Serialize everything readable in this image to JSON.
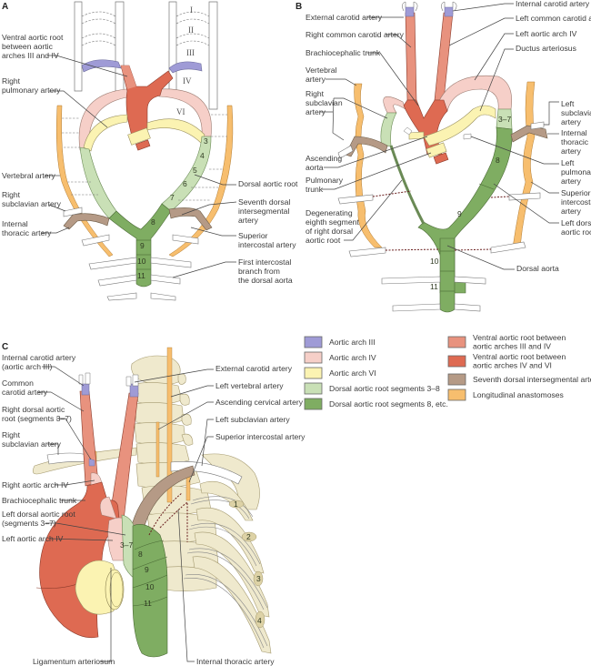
{
  "colors": {
    "aortic_arch_III": "#9f9bd6",
    "aortic_arch_IV": "#f6cfc8",
    "aortic_arch_VI": "#fbf3b2",
    "dorsal_root_3_8": "#c9e0b6",
    "dorsal_root_8_etc": "#7fad62",
    "ventral_root_III_IV": "#e8927e",
    "ventral_root_IV_VI": "#de6a52",
    "seventh_intersegmental": "#b59a86",
    "longitudinal_anastomoses": "#f7be6e",
    "bone": "#efe9cd",
    "vessel_white": "#ffffff"
  },
  "panels": {
    "A": {
      "letter": "A",
      "roman_labels": [
        "I",
        "II",
        "III",
        "IV",
        "VI"
      ],
      "segment_numbers": [
        "3",
        "4",
        "5",
        "6",
        "7",
        "8",
        "9",
        "10",
        "11"
      ],
      "labels": {
        "ventral_root": [
          "Ventral aortic root",
          "between aortic",
          "arches III and IV"
        ],
        "right_pulmonary": [
          "Right",
          "pulmonary artery"
        ],
        "vertebral": [
          "Vertebral artery"
        ],
        "right_subclavian": [
          "Right",
          "subclavian artery"
        ],
        "internal_thoracic": [
          "Internal",
          "thoracic artery"
        ],
        "dorsal_aortic_root": [
          "Dorsal aortic root"
        ],
        "seventh_dorsal": [
          "Seventh dorsal",
          "intersegmental",
          "artery"
        ],
        "superior_intercostal": [
          "Superior",
          "intercostal artery"
        ],
        "first_intercostal": [
          "First intercostal",
          "branch from",
          "the dorsal aorta"
        ]
      }
    },
    "B": {
      "letter": "B",
      "segment_numbers": [
        "3–7",
        "8",
        "9",
        "10",
        "11"
      ],
      "labels": {
        "internal_carotid": [
          "Internal carotid artery"
        ],
        "external_carotid": [
          "External carotid artery"
        ],
        "left_common_carotid": [
          "Left common carotid artery"
        ],
        "right_common_carotid": [
          "Right common carotid artery"
        ],
        "left_aortic_arch_iv": [
          "Left aortic arch IV"
        ],
        "brachiocephalic": [
          "Brachiocephalic trunk"
        ],
        "ductus": [
          "Ductus arteriosus"
        ],
        "vertebral": [
          "Vertebral",
          "artery"
        ],
        "right_subclavian": [
          "Right",
          "subclavian",
          "artery"
        ],
        "left_subclavian": [
          "Left",
          "subclavian",
          "artery"
        ],
        "internal_thoracic": [
          "Internal",
          "thoracic",
          "artery"
        ],
        "ascending_aorta": [
          "Ascending",
          "aorta"
        ],
        "pulmonary_trunk": [
          "Pulmonary",
          "trunk"
        ],
        "left_pulmonary": [
          "Left",
          "pulmonary",
          "artery"
        ],
        "superior_intercostal": [
          "Superior",
          "intercostal",
          "artery"
        ],
        "degenerating": [
          "Degenerating",
          "eighth segment",
          "of right dorsal",
          "aortic root"
        ],
        "left_dorsal_root": [
          "Left dorsal",
          "aortic root"
        ],
        "dorsal_aorta": [
          "Dorsal aorta"
        ]
      }
    },
    "C": {
      "letter": "C",
      "segment_numbers": [
        "3–7",
        "8",
        "9",
        "10",
        "11"
      ],
      "rib_numbers": [
        "1",
        "2",
        "3",
        "4"
      ],
      "labels": {
        "internal_carotid": [
          "Internal carotid artery",
          "(aortic arch III)"
        ],
        "common_carotid": [
          "Common",
          "carotid artery"
        ],
        "right_dorsal_root": [
          "Right dorsal aortic",
          "root (segments 3–7)"
        ],
        "right_subclavian": [
          "Right",
          "subclavian artery"
        ],
        "right_aortic_arch_iv": [
          "Right aortic arch IV"
        ],
        "brachiocephalic": [
          "Brachiocephalic trunk"
        ],
        "left_dorsal_root": [
          "Left dorsal aortic root",
          "(segments 3–7)"
        ],
        "left_aortic_arch_iv": [
          "Left aortic arch IV"
        ],
        "ligamentum": [
          "Ligamentum arteriosum"
        ],
        "external_carotid": [
          "External carotid artery"
        ],
        "left_vertebral": [
          "Left vertebral artery"
        ],
        "ascending_cervical": [
          "Ascending cervical artery"
        ],
        "left_subclavian": [
          "Left subclavian artery"
        ],
        "superior_intercostal": [
          "Superior intercostal artery"
        ],
        "internal_thoracic": [
          "Internal thoracic artery"
        ]
      }
    }
  },
  "legend": [
    {
      "key": "aortic_arch_III",
      "label": [
        "Aortic arch III"
      ]
    },
    {
      "key": "aortic_arch_IV",
      "label": [
        "Aortic arch IV"
      ]
    },
    {
      "key": "aortic_arch_VI",
      "label": [
        "Aortic arch VI"
      ]
    },
    {
      "key": "dorsal_root_3_8",
      "label": [
        "Dorsal aortic root segments 3–8"
      ]
    },
    {
      "key": "dorsal_root_8_etc",
      "label": [
        "Dorsal aortic root segments 8, etc."
      ]
    },
    {
      "key": "ventral_root_III_IV",
      "label": [
        "Ventral aortic root between",
        "aortic arches III and IV"
      ]
    },
    {
      "key": "ventral_root_IV_VI",
      "label": [
        "Ventral aortic root between",
        "aortic arches IV and VI"
      ]
    },
    {
      "key": "seventh_intersegmental",
      "label": [
        "Seventh dorsal intersegmental artery"
      ]
    },
    {
      "key": "longitudinal_anastomoses",
      "label": [
        "Longitudinal anastomoses"
      ]
    }
  ]
}
